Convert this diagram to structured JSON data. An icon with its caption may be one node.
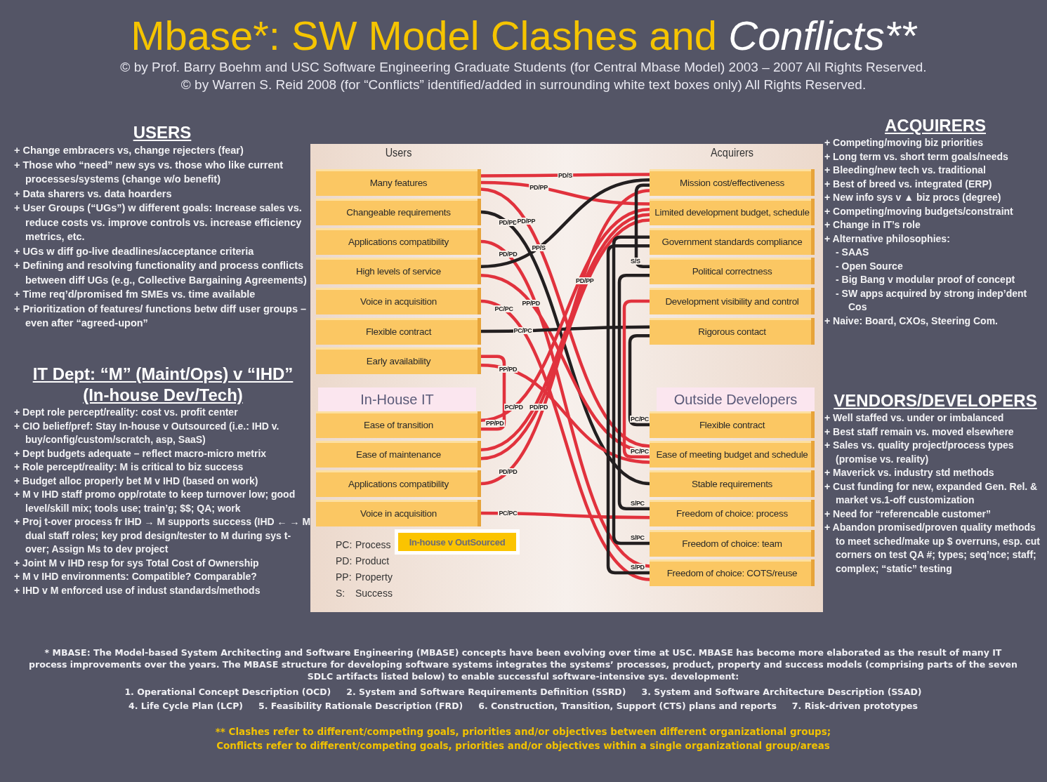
{
  "diagram": {
    "title": "Mbase*: SW Model Clashes and Conflicts**",
    "nodes": [
      {
        "text": [
          "Many features"
        ]
      },
      {
        "text": [
          "Changeable requirements"
        ]
      },
      {
        "text": [
          "Applications compatibility"
        ]
      },
      {
        "text": [
          "High levels of service"
        ]
      },
      {
        "text": [
          "Voice in acquisition"
        ]
      },
      {
        "text": [
          "Flexible contract"
        ]
      },
      {
        "text": [
          "Early availability"
        ]
      },
      {
        "text": [
          "In-House IT"
        ]
      },
      {
        "text": [
          "Ease of transition"
        ]
      },
      {
        "text": [
          "Ease of maintenance"
        ]
      },
      {
        "text": [
          "Applications compatibility"
        ]
      },
      {
        "text": [
          "Voice in acquisition"
        ]
      },
      {
        "text": [
          "Mission cost/effectiveness"
        ]
      },
      {
        "text": [
          "Limited development budget, schedule"
        ]
      },
      {
        "text": [
          "Government standards compliance"
        ]
      },
      {
        "text": [
          "Political correctness"
        ]
      },
      {
        "text": [
          "Development visibility and control"
        ]
      },
      {
        "text": [
          "Rigorous contact"
        ]
      },
      {
        "text": [
          "Outside Developers"
        ]
      },
      {
        "text": [
          "Flexible contract"
        ]
      },
      {
        "text": [
          "Ease of meeting budget and schedule"
        ]
      },
      {
        "text": [
          "Stable requirements"
        ]
      },
      {
        "text": [
          "Freedom of choice: process"
        ]
      },
      {
        "text": [
          "Freedom of choice: team"
        ]
      },
      {
        "text": [
          "Freedom of choice: COTS/reuse"
        ]
      },
      {
        "text": [
          "In-house v OutSourced"
        ]
      }
    ],
    "edges": [
      {
        "from": 0,
        "to": 12,
        "arrow": "none",
        "label": "PD/S"
      },
      {
        "from": 0,
        "to": 13,
        "arrow": "none",
        "label": "PD/PP"
      },
      {
        "from": 1,
        "to": 21,
        "arrow": "none",
        "label": "PD/PD",
        "color": "#231f20"
      },
      {
        "from": 2,
        "to": 24,
        "arrow": "none",
        "label": "PD/PD"
      },
      {
        "from": 3,
        "to": 12,
        "arrow": "none",
        "label": "PP/S",
        "color": "#231f20"
      },
      {
        "from": 0,
        "to": 20,
        "arrow": "none",
        "label": "PD/PP"
      },
      {
        "from": 13,
        "to": 9,
        "arrow": "none",
        "label": "PD/PP"
      },
      {
        "from": 3,
        "to": 20,
        "arrow": "none",
        "label": "PP/PD"
      },
      {
        "from": 4,
        "to": 24,
        "arrow": "none",
        "label": "PC/PC"
      },
      {
        "from": 5,
        "to": 17,
        "arrow": "none",
        "label": "PC/PC",
        "color": "#231f20"
      },
      {
        "from": 6,
        "to": 20,
        "arrow": "none",
        "label": "PP/PD"
      },
      {
        "from": 6,
        "to": 8,
        "arrow": "none",
        "label": "PP/PD"
      },
      {
        "from": 8,
        "to": 13,
        "arrow": "none",
        "label": "PC/PD"
      },
      {
        "from": 9,
        "to": 13,
        "arrow": "none",
        "label": "PD/PD"
      },
      {
        "from": 10,
        "to": 12,
        "arrow": "none",
        "label": "PD/PD"
      },
      {
        "from": 11,
        "to": 22,
        "arrow": "none",
        "label": "PC/PC"
      },
      {
        "from": 16,
        "to": 20,
        "arrow": "none",
        "label": "PC/PC"
      },
      {
        "from": 12,
        "to": 15,
        "arrow": "none",
        "label": "S/S",
        "color": "#231f20"
      },
      {
        "from": 17,
        "to": 19,
        "arrow": "none",
        "label": "PC/PC",
        "color": "#231f20"
      },
      {
        "from": 14,
        "to": 24,
        "arrow": "none",
        "label": "S/PD",
        "color": "#231f20"
      },
      {
        "from": 15,
        "to": 22,
        "arrow": "none",
        "label": "S/PC",
        "color": "#231f20"
      },
      {
        "from": 14,
        "to": 23,
        "arrow": "none",
        "label": "S/PC",
        "color": "#231f20"
      }
    ],
    "labels": [
      "© by Prof. Barry Boehm and USC Software Engineering Graduate Students (for Central Mbase Model) 2003 – 2007 All Rights Reserved.",
      "© by Warren S. Reid 2008 (for “Conflicts” identified/added in surrounding white text boxes only) All Rights Reserved.",
      "USERS",
      "+ Change embracers vs, change rejecters (fear)",
      "+ Those who “need” new sys vs. those who like current processes/systems (change w/o benefit)",
      "+ Data sharers vs. data hoarders",
      "+ User Groups (“UGs”) w different goals: Increase sales vs. reduce costs vs. improve controls vs. increase efficiency metrics, etc.",
      "+ UGs w diff go-live deadlines/acceptance criteria",
      "+ Defining and resolving functionality and process conflicts between diff UGs (e.g., Collective Bargaining Agreements)",
      "+ Time req’d/promised fm SMEs vs. time available",
      "+ Prioritization of features/ functions betw diff user groups – even after “agreed-upon”",
      "Users",
      "Acquirers",
      "ACQUIRERS",
      "+ Competing/moving biz priorities",
      "+ Long term vs. short term goals/needs",
      "+ Bleeding/new tech vs. traditional",
      "+ Best of breed vs. integrated (ERP)",
      "+ New info sys v ▲ biz procs (degree)",
      "+ Competing/moving budgets/constraint",
      "+ Change in IT’s role",
      "+ Alternative philosophies:",
      "- SAAS",
      "- Open Source",
      "- Big Bang v modular proof of concept",
      "- SW apps acquired by strong indep’dent Cos",
      "+ Naive: Board, CXOs, Steering Com.",
      "IT Dept: “M” (Maint/Ops) v “IHD” (In-house Dev/Tech)",
      "+ Dept role percept/reality: cost vs. profit center",
      "+ CIO belief/pref: Stay In-house v Outsourced (i.e.: IHD v. buy/config/custom/scratch, asp, SaaS)",
      "+ Dept budgets adequate – reflect macro-micro metrix",
      "+ Role percept/reality: M is critical to biz success",
      "+ Budget alloc properly bet M v IHD (based on work)",
      "+ M v IHD staff promo opp/rotate to keep turnover low; good level/skill mix; tools use; train’g; $$; QA; work",
      "+ Proj t-over process fr IHD → M supports success (IHD ← → M dual staff roles; key prod design/tester to M during sys t-over; Assign Ms to dev project",
      "+ Joint M v IHD resp for sys Total Cost of Ownership",
      "+ M v IHD environments: Compatible? Comparable?",
      "+ IHD v M enforced use of indust standards/methods",
      "VENDORS/DEVELOPERS",
      "+ Well staffed vs. under or imbalanced",
      "+ Best staff remain vs. moved elsewhere",
      "+ Sales vs. quality project/process types (promise vs. reality)",
      "+ Maverick vs. industry std methods",
      "+ Cust funding for new, expanded Gen. Rel. & market vs.1-off customization",
      "+ Need for “referencable customer”",
      "+ Abandon promised/proven quality methods to meet sched/make up $ overruns, esp. cut corners on test QA #; types; seq’nce; staff; complex; “static” testing",
      "PC:",
      "Process",
      "PD:",
      "Product",
      "PP:",
      "Property",
      "S:",
      "Success",
      "* MBASE: The Model-based System Architecting and Software Engineering (MBASE) concepts have been evolving over time at USC. MBASE has become more elaborated as the result of many IT process improvements over the years. The MBASE structure for developing software systems integrates the systems’ processes, product, property and success models (comprising parts of the seven SDLC artifacts listed below) to enable successful software-intensive sys. development:",
      "1. Operational Concept Description (OCD)",
      "2. System and Software Requirements Definition (SSRD)",
      "3. System and Software Architecture Description (SSAD)",
      "4. Life Cycle Plan (LCP)",
      "5. Feasibility Rationale Description (FRD)",
      "6. Construction, Transition, Support (CTS) plans and reports",
      "7. Risk-driven prototypes",
      "** Clashes refer to different/competing goals, priorities and/or objectives between different organizational groups;",
      "Conflicts refer to different/competing goals, priorities and/or objectives within a single organizational group/areas"
    ]
  }
}
